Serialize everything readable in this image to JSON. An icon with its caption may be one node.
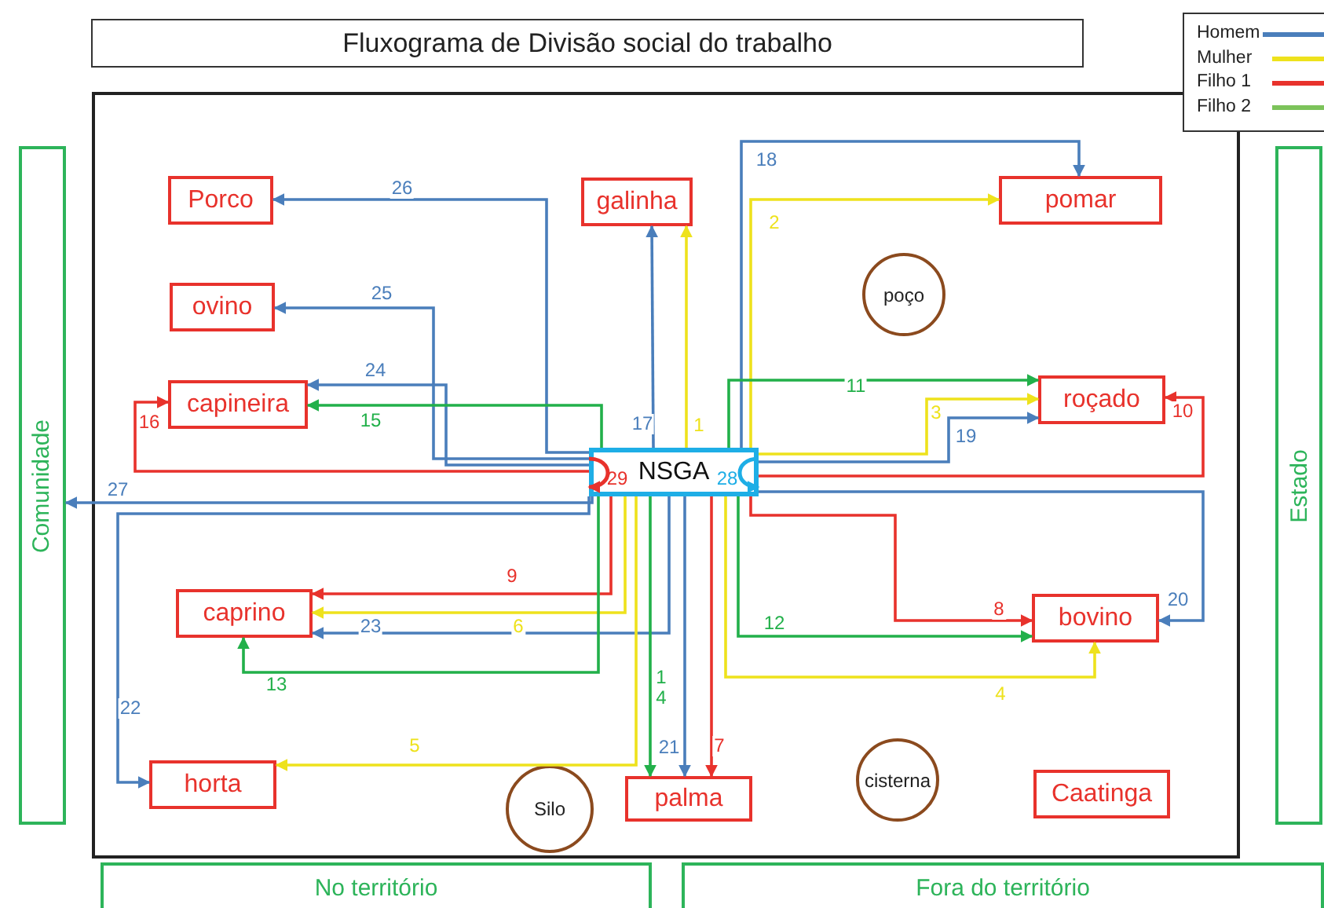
{
  "diagram": {
    "title": "Fluxograma de Divisão social do trabalho",
    "nodes": [
      {
        "text": [
          "Porco"
        ]
      },
      {
        "text": [
          "galinha"
        ]
      },
      {
        "text": [
          "pomar"
        ]
      },
      {
        "text": [
          "ovino"
        ]
      },
      {
        "text": [
          "poço"
        ]
      },
      {
        "text": [
          "capineira"
        ]
      },
      {
        "text": [
          "roçado"
        ]
      },
      {
        "text": [
          "NSGA"
        ]
      },
      {
        "text": [
          "caprino"
        ]
      },
      {
        "text": [
          "bovino"
        ]
      },
      {
        "text": [
          "horta"
        ]
      },
      {
        "text": [
          "palma"
        ]
      },
      {
        "text": [
          "Silo"
        ]
      },
      {
        "text": [
          "cisterna"
        ]
      },
      {
        "text": [
          "Caatinga"
        ]
      },
      {
        "text": [
          "Comunidade"
        ]
      },
      {
        "text": [
          "Estado"
        ]
      },
      {
        "text": [
          "No território"
        ]
      },
      {
        "text": [
          "Fora do território"
        ]
      }
    ],
    "edges": [
      {
        "from": 7,
        "to": 0,
        "arrow": "to",
        "label": "26"
      },
      {
        "from": 7,
        "to": 3,
        "arrow": "to",
        "label": "25"
      },
      {
        "from": 7,
        "to": 5,
        "arrow": "to",
        "label": "24"
      },
      {
        "from": 7,
        "to": 5,
        "arrow": "to",
        "label": "15",
        "color": "#22b04a"
      },
      {
        "from": 7,
        "to": 5,
        "arrow": "to",
        "label": "16",
        "color": "#e8322c"
      },
      {
        "from": 7,
        "to": 1,
        "arrow": "to",
        "label": "17"
      },
      {
        "from": 7,
        "to": 1,
        "arrow": "to",
        "label": "1",
        "color": "#eee21c"
      },
      {
        "from": 7,
        "to": 2,
        "arrow": "to",
        "label": "18"
      },
      {
        "from": 7,
        "to": 2,
        "arrow": "to",
        "label": "2",
        "color": "#eee21c"
      },
      {
        "from": 7,
        "to": 6,
        "arrow": "to",
        "label": "11",
        "color": "#22b04a"
      },
      {
        "from": 7,
        "to": 6,
        "arrow": "to",
        "label": "3",
        "color": "#eee21c"
      },
      {
        "from": 7,
        "to": 6,
        "arrow": "to",
        "label": "19"
      },
      {
        "from": 7,
        "to": 6,
        "arrow": "to",
        "label": "10",
        "color": "#e8322c"
      },
      {
        "from": 7,
        "to": 15,
        "arrow": "to",
        "label": "27"
      },
      {
        "from": 7,
        "to": 8,
        "arrow": "to",
        "label": "9",
        "color": "#e8322c"
      },
      {
        "from": 7,
        "to": 8,
        "arrow": "to",
        "label": "6",
        "color": "#eee21c"
      },
      {
        "from": 7,
        "to": 8,
        "arrow": "to",
        "label": "23"
      },
      {
        "from": 7,
        "to": 8,
        "arrow": "to",
        "label": "13",
        "color": "#22b04a"
      },
      {
        "from": 7,
        "to": 10,
        "arrow": "to",
        "label": "22"
      },
      {
        "from": 7,
        "to": 10,
        "arrow": "to",
        "label": "5",
        "color": "#eee21c"
      },
      {
        "from": 7,
        "to": 11,
        "arrow": "to",
        "label": "14",
        "color": "#22b04a"
      },
      {
        "from": 7,
        "to": 11,
        "arrow": "to",
        "label": "21"
      },
      {
        "from": 7,
        "to": 11,
        "arrow": "to",
        "label": "7",
        "color": "#e8322c"
      },
      {
        "from": 7,
        "to": 9,
        "arrow": "to",
        "label": "8",
        "color": "#e8322c"
      },
      {
        "from": 7,
        "to": 9,
        "arrow": "to",
        "label": "12",
        "color": "#22b04a"
      },
      {
        "from": 7,
        "to": 9,
        "arrow": "to",
        "label": "4",
        "color": "#eee21c"
      },
      {
        "from": 7,
        "to": 9,
        "arrow": "to",
        "label": "20"
      },
      {
        "from": 7,
        "to": 7,
        "arrow": "to",
        "label": "28",
        "color": "#1eaee6"
      },
      {
        "from": 7,
        "to": 7,
        "arrow": "to",
        "label": "29",
        "color": "#e8322c"
      }
    ],
    "legend": [
      {
        "text": "Homem"
      },
      {
        "text": "Mulher"
      },
      {
        "text": "Filho 1"
      },
      {
        "text": "Filho 2"
      }
    ]
  }
}
